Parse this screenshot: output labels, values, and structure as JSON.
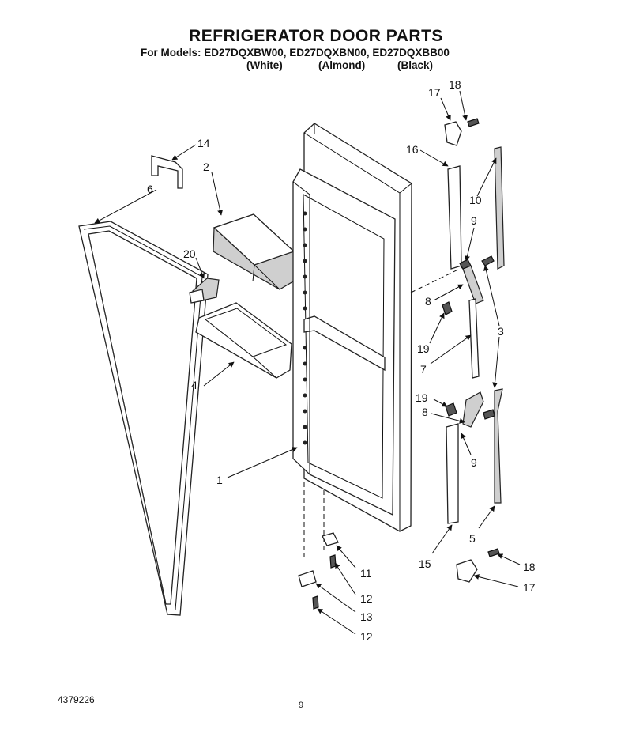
{
  "title": "REFRIGERATOR DOOR PARTS",
  "models_line": "For Models: ED27DQXBW00, ED27DQXBN00, ED27DQXBB00",
  "colors": [
    "(White)",
    "(Almond)",
    "(Black)"
  ],
  "callouts": [
    {
      "id": "c18-top",
      "text": "18"
    },
    {
      "id": "c17-top",
      "text": "17"
    },
    {
      "id": "c14",
      "text": "14"
    },
    {
      "id": "c2",
      "text": "2"
    },
    {
      "id": "c6",
      "text": "6"
    },
    {
      "id": "c16",
      "text": "16"
    },
    {
      "id": "c10",
      "text": "10"
    },
    {
      "id": "c9-top",
      "text": "9"
    },
    {
      "id": "c20",
      "text": "20"
    },
    {
      "id": "c8-top",
      "text": "8"
    },
    {
      "id": "c3",
      "text": "3"
    },
    {
      "id": "c19-top",
      "text": "19"
    },
    {
      "id": "c7",
      "text": "7"
    },
    {
      "id": "c4",
      "text": "4"
    },
    {
      "id": "c19-bottom",
      "text": "19"
    },
    {
      "id": "c8-bottom",
      "text": "8"
    },
    {
      "id": "c9-bottom",
      "text": "9"
    },
    {
      "id": "c1",
      "text": "1"
    },
    {
      "id": "c5",
      "text": "5"
    },
    {
      "id": "c15",
      "text": "15"
    },
    {
      "id": "c11",
      "text": "11"
    },
    {
      "id": "c18-bottom",
      "text": "18"
    },
    {
      "id": "c12-a",
      "text": "12"
    },
    {
      "id": "c17-bottom",
      "text": "17"
    },
    {
      "id": "c13",
      "text": "13"
    },
    {
      "id": "c12-b",
      "text": "12"
    }
  ],
  "footer": {
    "code": "4379226",
    "page": "9"
  }
}
